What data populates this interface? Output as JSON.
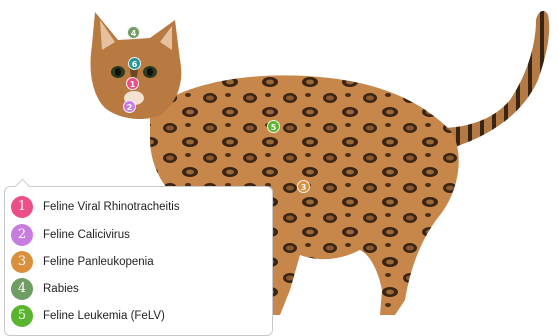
{
  "colors": {
    "pink": "#ec4f87",
    "lilac": "#c77ce0",
    "orange": "#d98f3c",
    "sage": "#6f9d63",
    "green": "#58b52d",
    "teal": "#27949a"
  },
  "markers": [
    {
      "label": "1",
      "color": "#ec4f87"
    },
    {
      "label": "2",
      "color": "#c77ce0"
    },
    {
      "label": "3",
      "color": "#d98f3c"
    },
    {
      "label": "4",
      "color": "#6f9d63"
    },
    {
      "label": "5",
      "color": "#58b52d"
    },
    {
      "label": "6",
      "color": "#27949a"
    }
  ],
  "legend": [
    {
      "number": "1",
      "label": "Feline Viral Rhinotracheitis",
      "color": "#ec4f87"
    },
    {
      "number": "2",
      "label": "Feline Calicivirus",
      "color": "#c77ce0"
    },
    {
      "number": "3",
      "label": "Feline Panleukopenia",
      "color": "#d98f3c"
    },
    {
      "number": "4",
      "label": "Rabies",
      "color": "#6f9d63"
    },
    {
      "number": "5",
      "label": "Feline Leukemia (FeLV)",
      "color": "#58b52d"
    }
  ]
}
